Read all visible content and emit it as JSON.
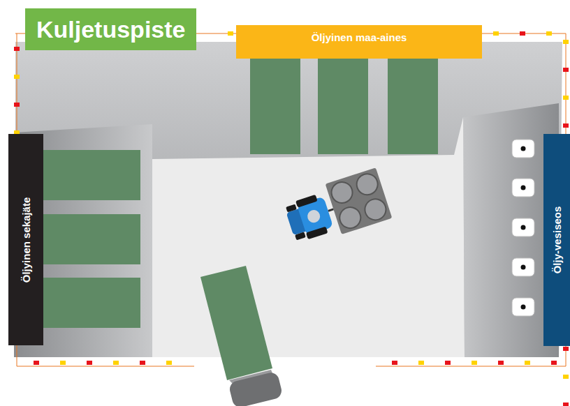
{
  "diagram": {
    "title": "Kuljetuspiste",
    "nodes": [
      {
        "text": [
          "Öljyinen maa-aines"
        ]
      },
      {
        "text": [
          "Öljyinen sekajäte"
        ]
      },
      {
        "text": [
          "Öljy-vesiseos"
        ]
      }
    ]
  }
}
